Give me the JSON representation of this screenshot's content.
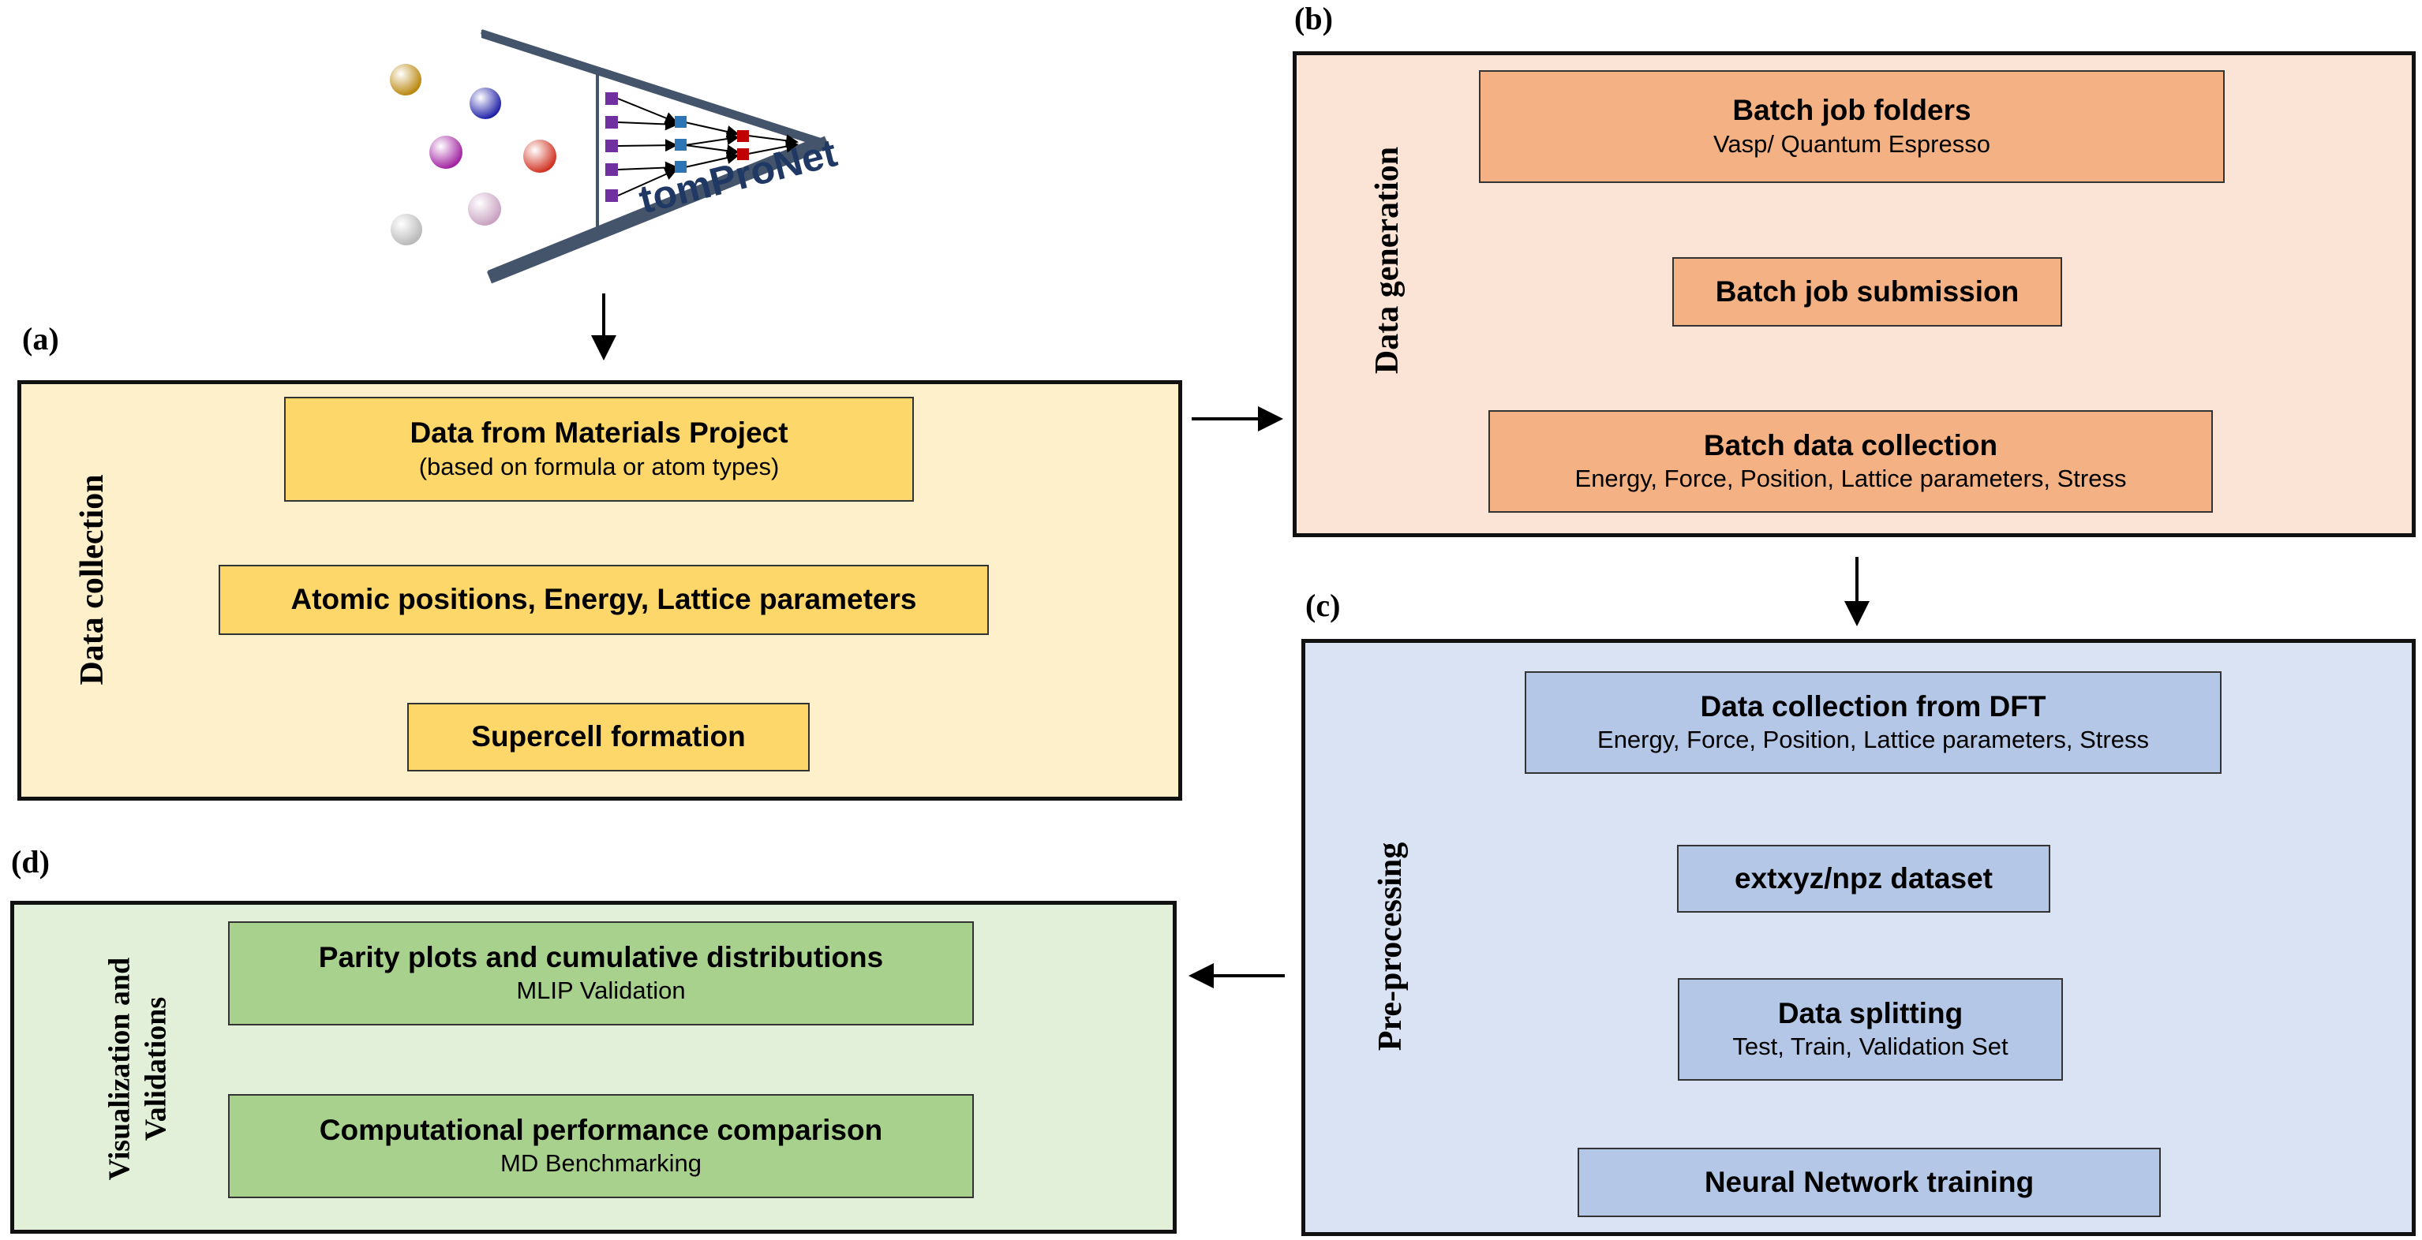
{
  "logo": {
    "text": "tomProNet",
    "atom_colors": [
      "#b8860b",
      "#1f1fa8",
      "#a020a0",
      "#d03020",
      "#b8b8b8",
      "#c8a0c0"
    ],
    "node_colors": {
      "input": "#7030a0",
      "hidden": "#2e75b6",
      "output": "#c00000"
    },
    "frame_color": "#44546a"
  },
  "panels": {
    "a": {
      "label": "(a)",
      "side_label": "Data collection",
      "background": "#fef0cb",
      "boxes": [
        {
          "title": "Data from Materials Project",
          "subtitle": "(based on formula or atom types)"
        },
        {
          "title": "Atomic positions, Energy, Lattice parameters"
        },
        {
          "title": "Supercell formation"
        }
      ]
    },
    "b": {
      "label": "(b)",
      "side_label": "Data generation",
      "background": "#fbe4d5",
      "boxes": [
        {
          "title": "Batch job folders",
          "subtitle": "Vasp/ Quantum Espresso"
        },
        {
          "title": "Batch job submission"
        },
        {
          "title": "Batch data collection",
          "subtitle": "Energy, Force, Position, Lattice parameters, Stress"
        }
      ]
    },
    "c": {
      "label": "(c)",
      "side_label": "Pre-processing",
      "background": "#dae3f3",
      "boxes": [
        {
          "title": "Data collection from DFT",
          "subtitle": "Energy, Force, Position, Lattice parameters, Stress"
        },
        {
          "title": "extxyz/npz dataset"
        },
        {
          "title": "Data splitting",
          "subtitle": "Test, Train, Validation Set"
        },
        {
          "title": "Neural Network training"
        }
      ]
    },
    "d": {
      "label": "(d)",
      "side_label_lines": [
        "Visualization and",
        "Validations"
      ],
      "background": "#e2efd9",
      "boxes": [
        {
          "title": "Parity plots and cumulative distributions",
          "subtitle": "MLIP Validation"
        },
        {
          "title": "Computational performance comparison",
          "subtitle": "MD Benchmarking"
        }
      ]
    }
  }
}
